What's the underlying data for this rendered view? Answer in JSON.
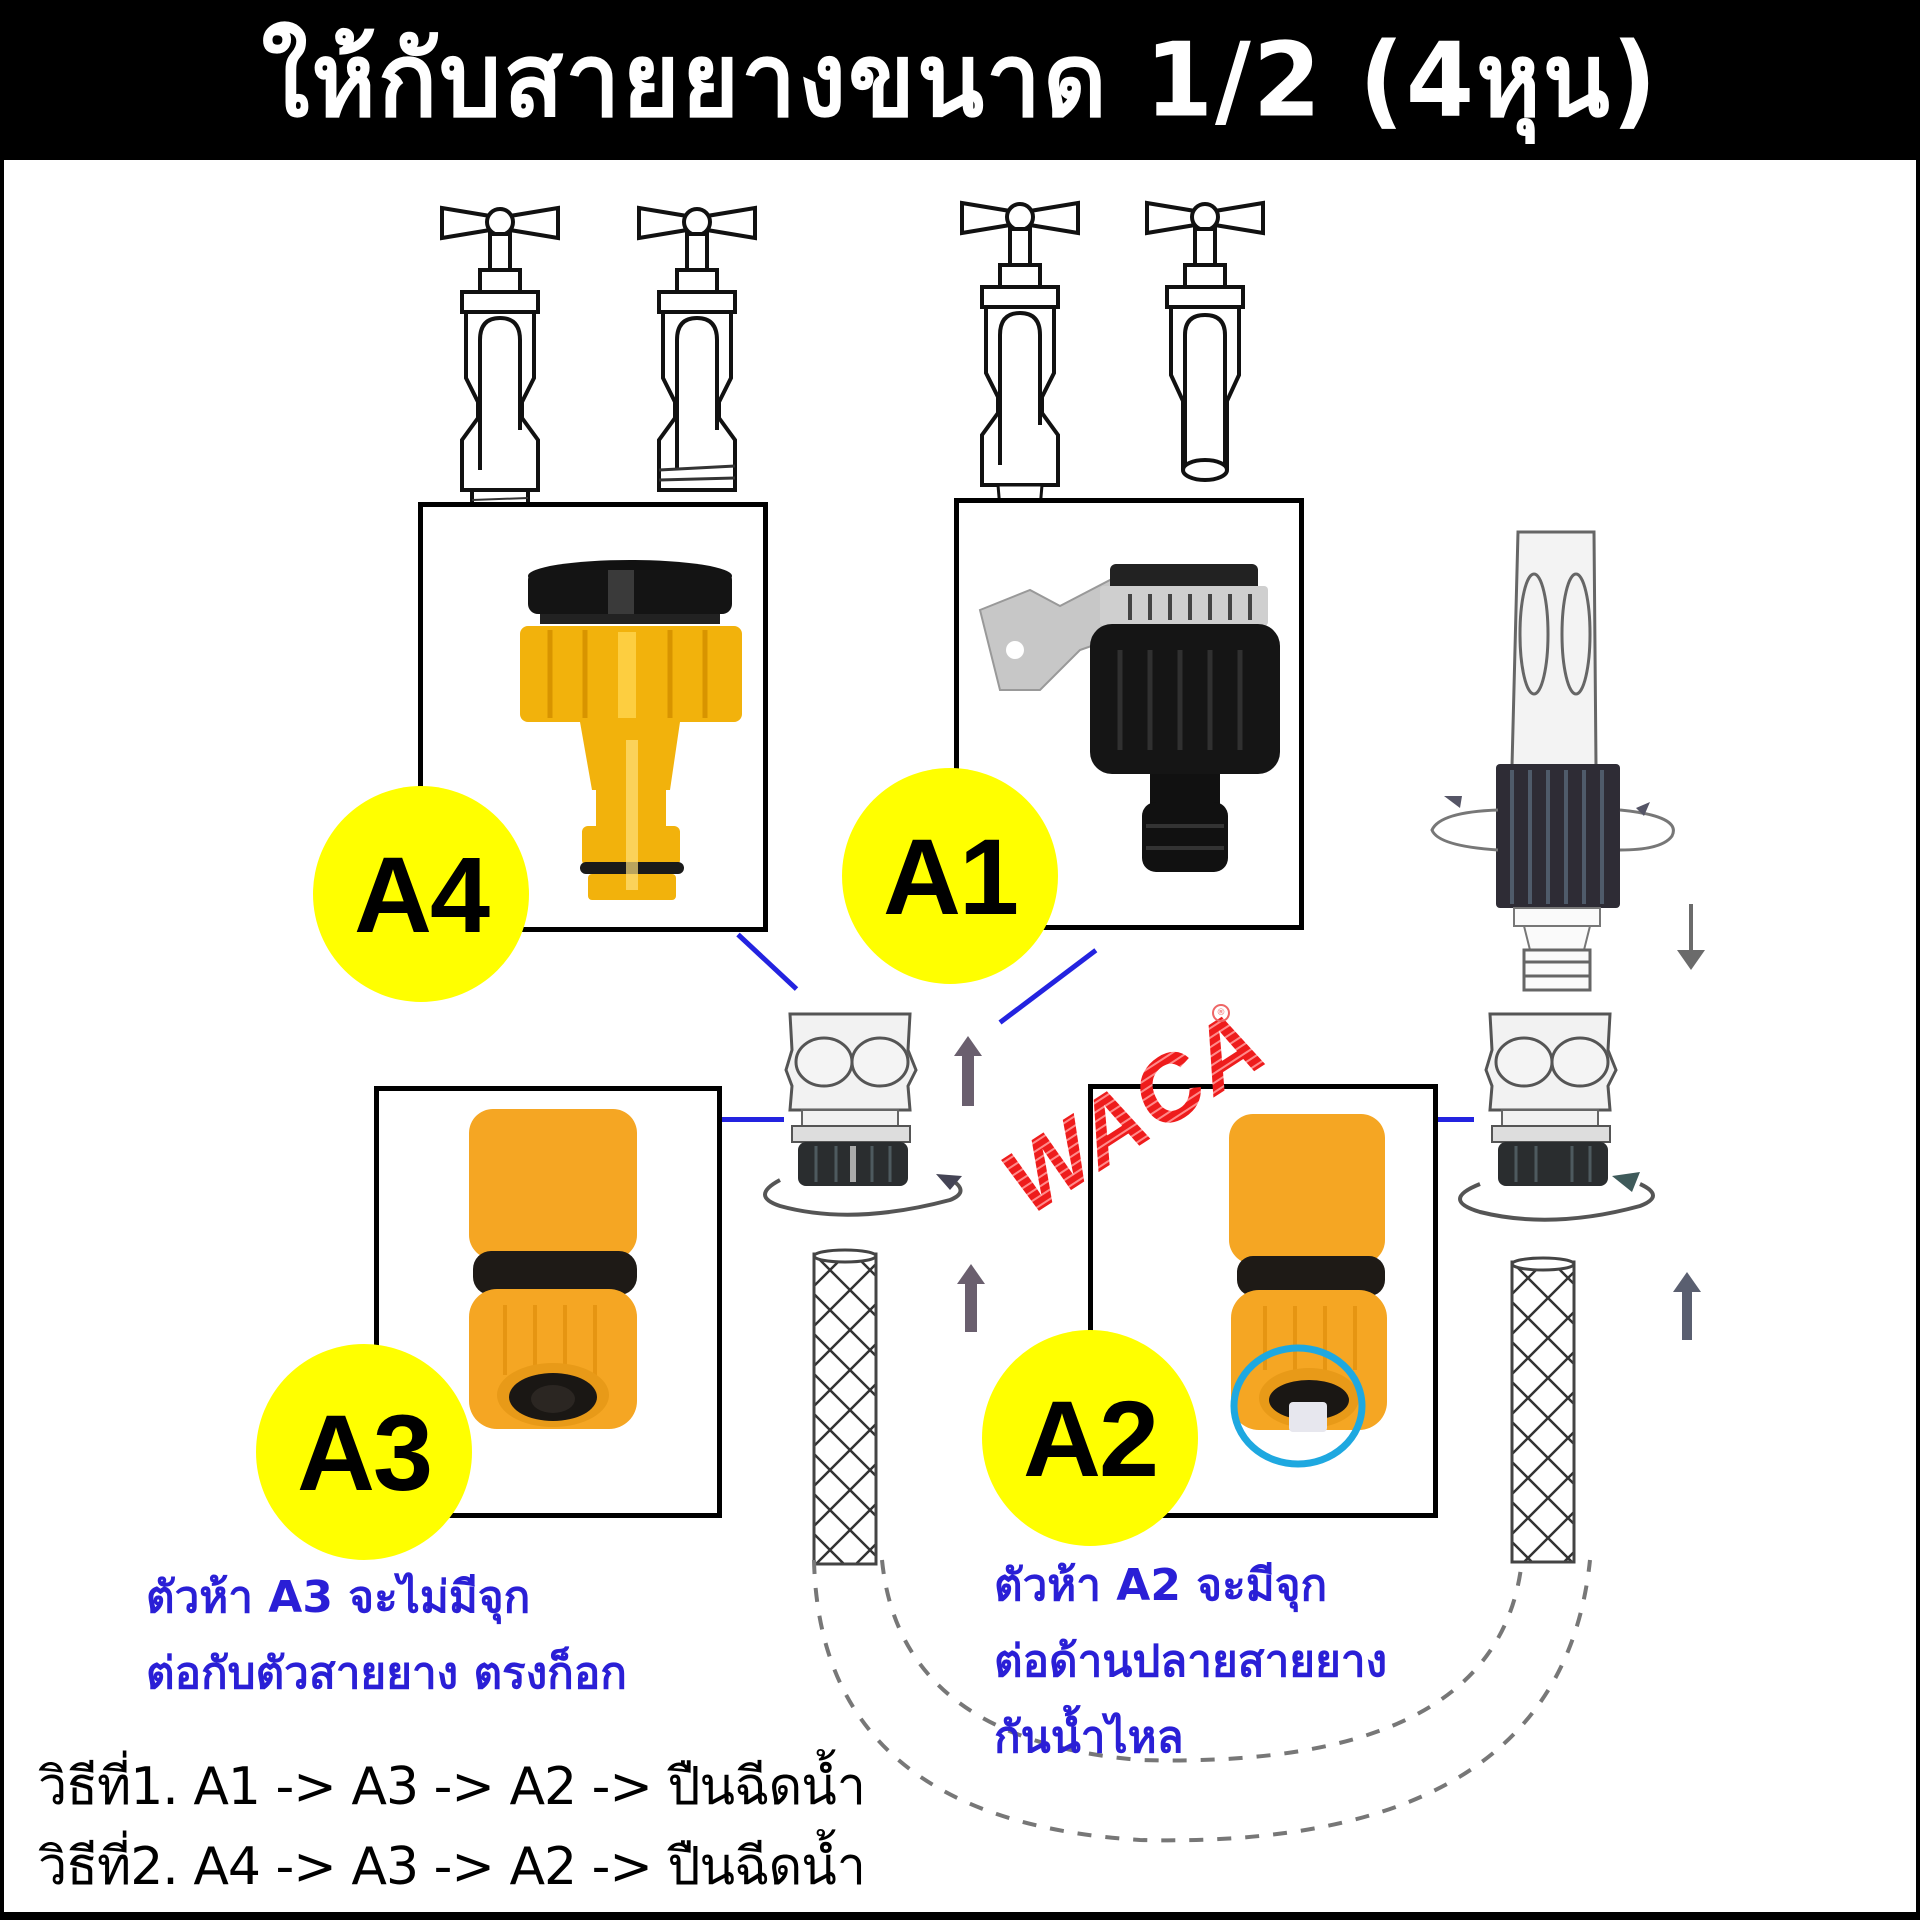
{
  "header": {
    "title": "ให้กับสายยางขนาด 1/2 (4หุน)"
  },
  "brand": {
    "watermark": "WACA",
    "registered_mark": "®",
    "color": "#ee1c1c"
  },
  "colors": {
    "badge_yellow": "#ffff00",
    "note_blue": "#2a1fd6",
    "connector_line_blue": "#2323e0",
    "highlight_circle": "#1ea8e0",
    "fitting_orange": "#f5a623",
    "fitting_black": "#1a1a1a"
  },
  "faucets": [
    {
      "id": "faucet-threaded",
      "tip": "male-thread"
    },
    {
      "id": "faucet-wide-thread",
      "tip": "wide-thread"
    },
    {
      "id": "faucet-barbed",
      "tip": "barbed"
    },
    {
      "id": "faucet-plain",
      "tip": "plain-round"
    }
  ],
  "parts": [
    {
      "label": "A4",
      "desc": "tap adapter (yellow, threaded)"
    },
    {
      "label": "A1",
      "desc": "universal tap connector with clamp (black)"
    },
    {
      "label": "A3",
      "desc": "hose connector without stop"
    },
    {
      "label": "A2",
      "desc": "hose connector with water stop"
    }
  ],
  "notes": {
    "a3": {
      "line1": "ตัวห้า A3 จะไม่มีจุก",
      "line2": "ต่อกับตัวสายยาง ตรงก็อก"
    },
    "a2": {
      "line1": "ตัวห้า A2 จะมีจุก",
      "line2": "ต่อด้านปลายสายยาง",
      "line3": "กันน้ำไหล"
    }
  },
  "methods": [
    "วิธีที่1. A1 -> A3 -> A2 -> ปืนฉีดน้ำ",
    "วิธีที่2. A4 -> A3 -> A2 -> ปืนฉีดน้ำ"
  ]
}
